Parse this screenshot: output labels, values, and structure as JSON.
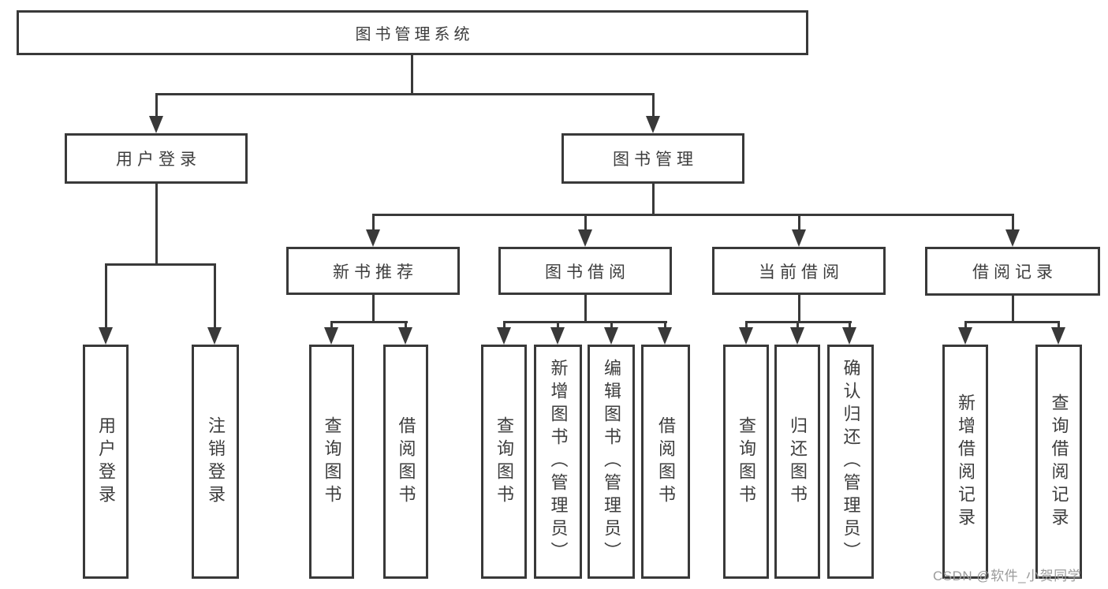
{
  "nodes": {
    "root": "图书管理系统",
    "userLogin": "用户登录",
    "bookMgmt": "图书管理",
    "newBook": "新书推荐",
    "bookBorrow": "图书借阅",
    "currentBorrow": "当前借阅",
    "borrowRecords": "借阅记录",
    "leaves": {
      "userLogin": [
        "用户登录",
        "注销登录"
      ],
      "newBook": [
        "查询图书",
        "借阅图书"
      ],
      "bookBorrow": [
        "查询图书",
        "新增图书（管理员）",
        "编辑图书（管理员）",
        "借阅图书"
      ],
      "currentBorrow": [
        "查询图书",
        "归还图书",
        "确认归还（管理员）"
      ],
      "borrowRecords": [
        "新增借阅记录",
        "查询借阅记录"
      ]
    }
  },
  "watermark": "CSDN @软件_小贺同学",
  "colors": {
    "line": "#393939",
    "text": "#3d3d3d",
    "box_bg": "#ffffff",
    "page_bg": "#ffffff",
    "watermark": "#9b9b9b"
  }
}
